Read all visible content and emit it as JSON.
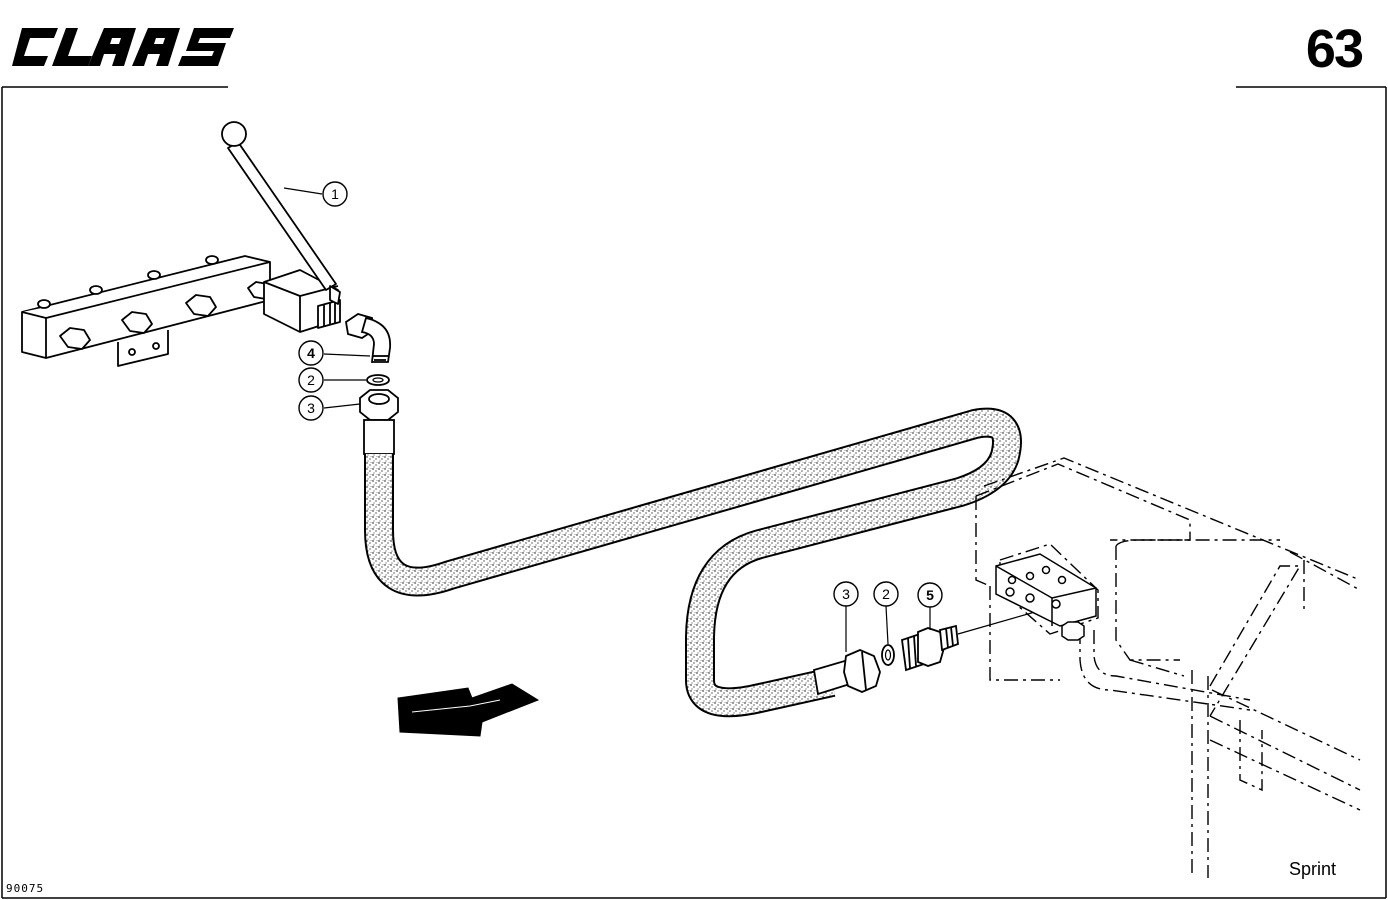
{
  "header": {
    "brand": "CLAAS",
    "page_number": "63"
  },
  "footer": {
    "model": "Sprint",
    "drawing_number": "90075"
  },
  "callouts": [
    {
      "id": "callout-1",
      "label": "1"
    },
    {
      "id": "callout-4",
      "label": "4"
    },
    {
      "id": "callout-2a",
      "label": "2"
    },
    {
      "id": "callout-3a",
      "label": "3"
    },
    {
      "id": "callout-3b",
      "label": "3"
    },
    {
      "id": "callout-2b",
      "label": "2"
    },
    {
      "id": "callout-5",
      "label": "5"
    }
  ]
}
